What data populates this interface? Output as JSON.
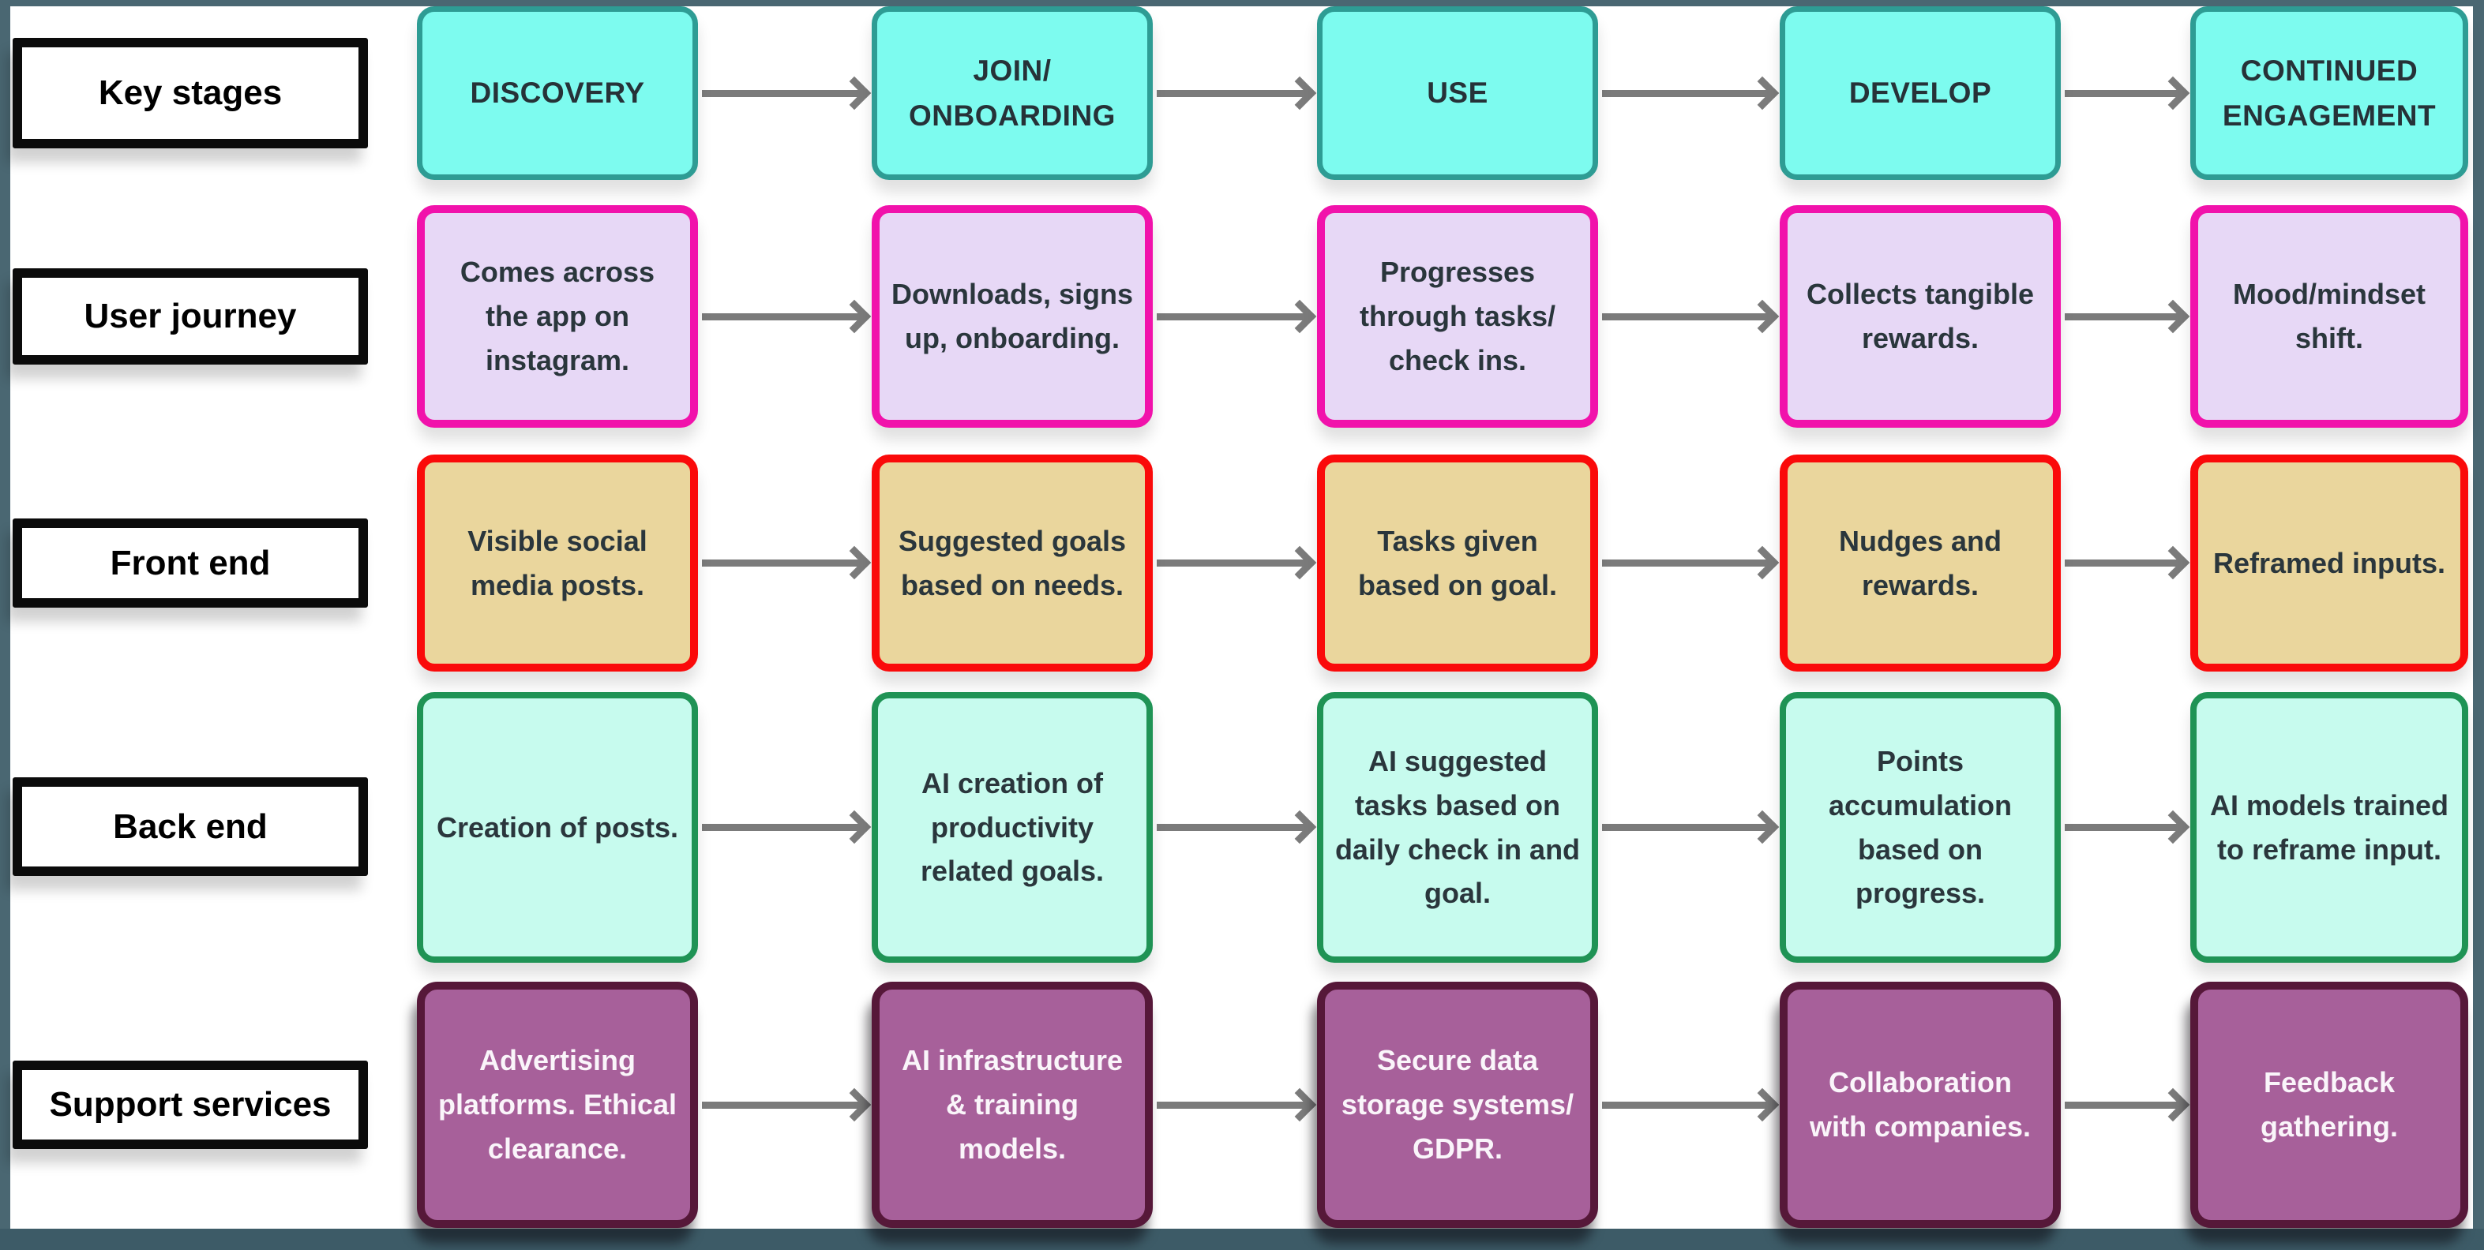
{
  "diagram": {
    "rows": [
      {
        "label": "Key stages",
        "cells": [
          {
            "text": "DISCOVERY"
          },
          {
            "text": "JOIN/ ONBOARDING"
          },
          {
            "text": "USE"
          },
          {
            "text": "DEVELOP"
          },
          {
            "text": "CONTINUED ENGAGEMENT"
          }
        ]
      },
      {
        "label": "User journey",
        "cells": [
          {
            "text": "Comes across the app on instagram."
          },
          {
            "text": "Downloads, signs up, onboarding."
          },
          {
            "text": "Progresses through tasks/ check ins."
          },
          {
            "text": "Collects tangible rewards."
          },
          {
            "text": "Mood/mindset shift."
          }
        ]
      },
      {
        "label": "Front end",
        "cells": [
          {
            "text": "Visible social media posts."
          },
          {
            "text": "Suggested goals based on needs."
          },
          {
            "text": "Tasks given based on goal."
          },
          {
            "text": "Nudges and rewards."
          },
          {
            "text": "Reframed inputs."
          }
        ]
      },
      {
        "label": "Back end",
        "cells": [
          {
            "text": "Creation of posts."
          },
          {
            "text": "AI creation of productivity related goals."
          },
          {
            "text": "AI suggested tasks based on daily check in and goal."
          },
          {
            "text": "Points accumulation based on progress."
          },
          {
            "text": "AI models trained to reframe input."
          }
        ]
      },
      {
        "label": "Support services",
        "cells": [
          {
            "text": "Advertising platforms. Ethical clearance."
          },
          {
            "text": "AI infrastructure & training models."
          },
          {
            "text": "Secure data storage systems/ GDPR."
          },
          {
            "text": "Collaboration with companies."
          },
          {
            "text": "Feedback gathering."
          }
        ]
      }
    ],
    "colors": {
      "board_edge": "#4A6772",
      "stage_fill": "#7DFBEF",
      "stage_border": "#2E9C94",
      "journey_fill": "#E7D8F6",
      "journey_border": "#F112AB",
      "frontend_fill": "#EAD69D",
      "frontend_border": "#FA0A0A",
      "backend_fill": "#C7FBEE",
      "backend_border": "#1F9355",
      "support_fill": "#A7609A",
      "support_border": "#561839",
      "arrow": "#7B7B7B",
      "label_border": "#0B0B0B"
    }
  }
}
